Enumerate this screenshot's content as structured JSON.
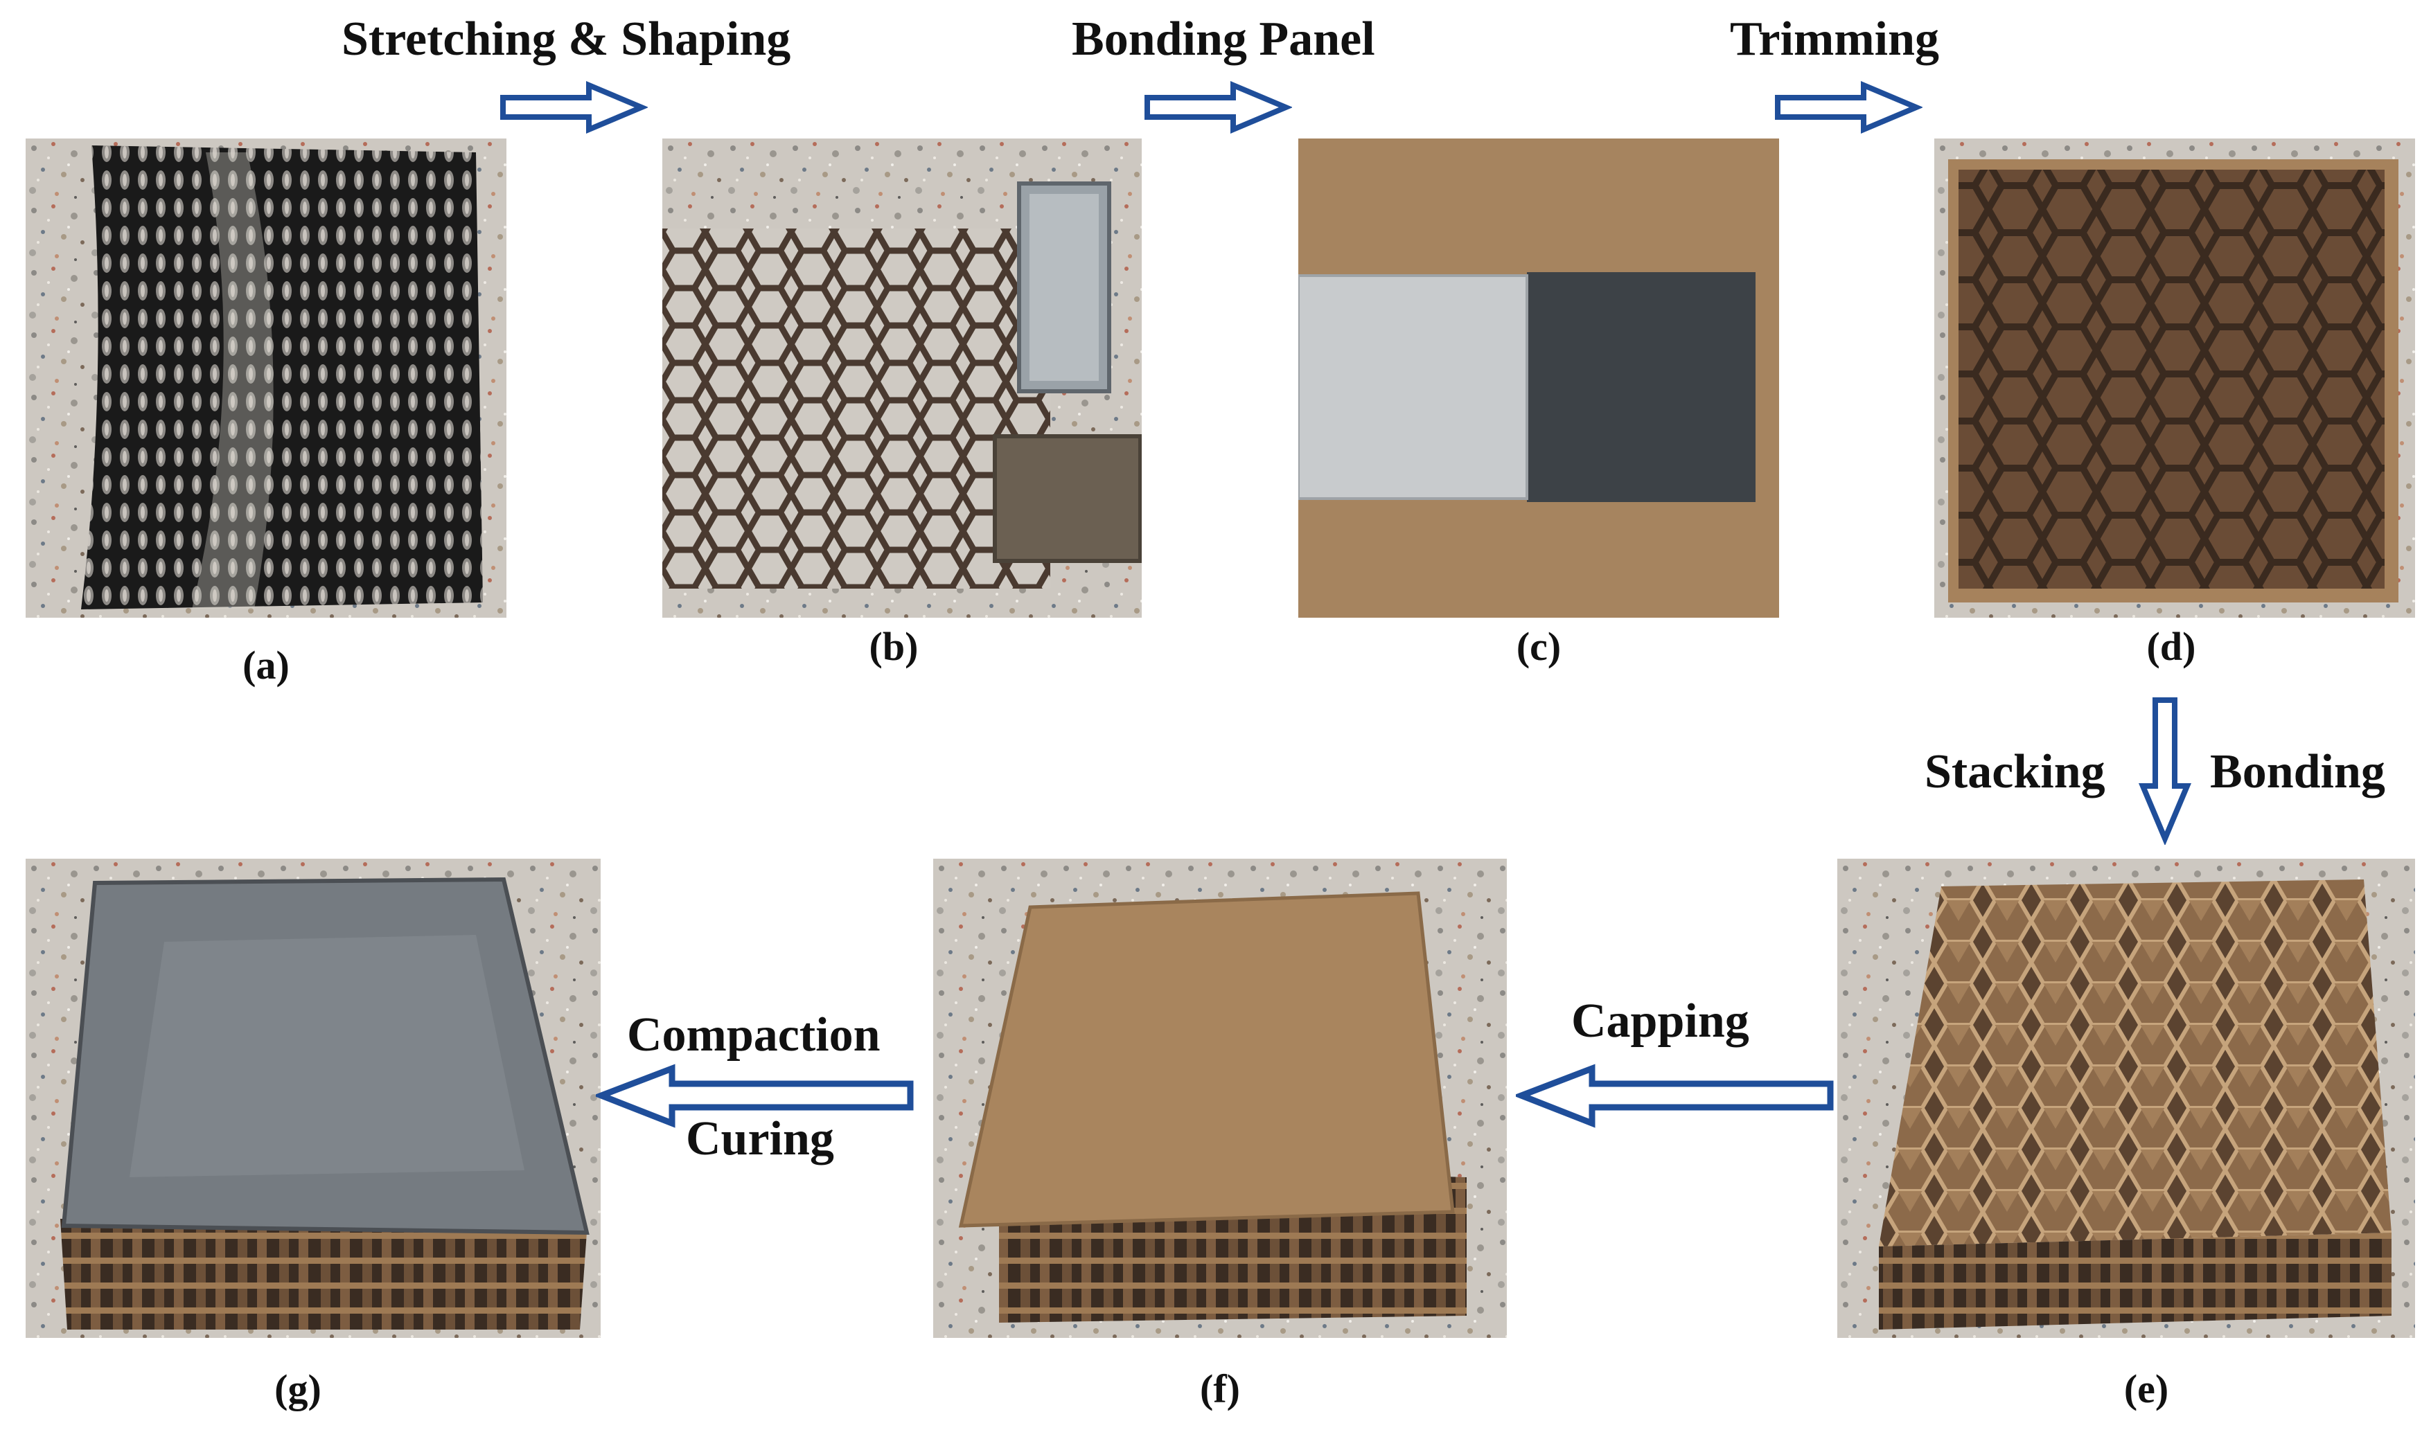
{
  "panels": [
    {
      "id": "a",
      "caption": "(a)"
    },
    {
      "id": "b",
      "caption": "(b)"
    },
    {
      "id": "c",
      "caption": "(c)"
    },
    {
      "id": "d",
      "caption": "(d)"
    },
    {
      "id": "e",
      "caption": "(e)"
    },
    {
      "id": "f",
      "caption": "(f)"
    },
    {
      "id": "g",
      "caption": "(g)"
    }
  ],
  "steps": {
    "stretching": "Stretching & Shaping",
    "bonding_panel": "Bonding Panel",
    "trimming": "Trimming",
    "stacking": "Stacking",
    "bonding": "Bonding",
    "capping": "Capping",
    "compaction": "Compaction",
    "curing": "Curing"
  },
  "colors": {
    "arrow_stroke": "#1f4e9a",
    "terrazzo": "#cfc9c2",
    "kraft": "#a8835e",
    "kraft_dark": "#6b4c2e",
    "steel": "#8a9096",
    "steel_dark": "#3c4046"
  }
}
